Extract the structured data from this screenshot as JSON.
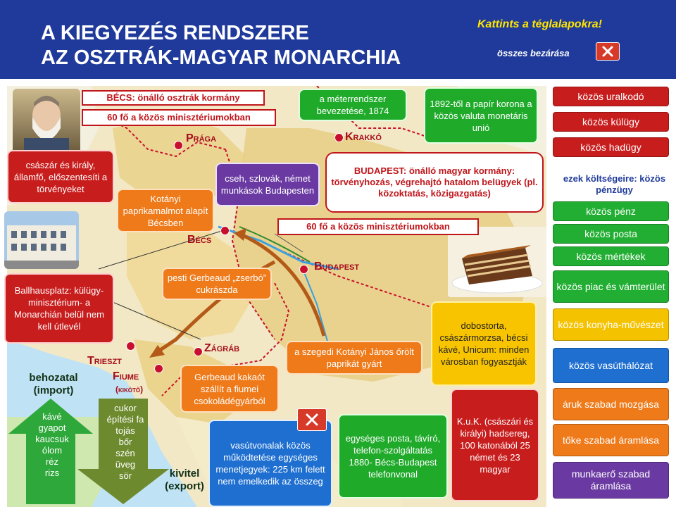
{
  "header": {
    "title_line1": "A KIEGYEZÉS RENDSZERE",
    "title_line2": "AZ OSZTRÁK-MAGYAR MONARCHIA",
    "hint": "Kattints a téglalapokra!",
    "close_all": "összes bezárása",
    "close_icon_char": "✕"
  },
  "cities": {
    "praga": "Prága",
    "krakko": "Krakkó",
    "becs": "Bécs",
    "budapest": "Budapest",
    "zagrab": "Zágráb",
    "trieszt": "Trieszt",
    "fiume": "Fiume",
    "kikoto": "(kikötő)"
  },
  "boxes": {
    "becs_kormany": "BÉCS: önálló osztrák kormány",
    "becs_60": "60 fő a közös minisztériumokban",
    "csaszar": "császár és király, államfő, előszentesíti a törvényeket",
    "meter": "a méterrendszer bevezetése, 1874",
    "korona": "1892-től a papír korona a közös valuta monetáris unió",
    "cseh": "cseh, szlovák, német munkások Budapesten",
    "budapest_kormany": "BUDAPEST: önálló magyar kormány: törvényhozás, végrehajtó hatalom belügyek (pl. közoktatás, közigazgatás)",
    "kotanyi_becs": "Kotányi paprikamalmot alapít Bécsben",
    "bp_60": "60 fő a közös minisztériumokban",
    "gerbeaud_pest": "pesti Gerbeaud „zserbó” cukrászda",
    "ballhaus": "Ballhausplatz: külügy-minisztérium- a Monarchián belül nem kell útlevél",
    "dobos": "dobostorta, császármorzsa, bécsi kávé, Unicum: minden városban fogyasztják",
    "kotanyi_szeged": "a szegedi Kotányi János őrölt paprikát gyárt",
    "gerbeaud_fiume": "Gerbeaud kakaót szállít a fiumei csokoládégyárból",
    "vasut": "vasútvonalak közös működtetése egységes menetjegyek: 225 km felett nem emelkedik az összeg",
    "posta": "egységes posta, távíró, telefon-szolgáltatás 1880- Bécs-Budapest telefonvonal",
    "kuk": "K.u.K. (császári és királyi) hadsereg, 100 katonából 25 német és 23 magyar"
  },
  "trade": {
    "import_label": "behozatal\n(import)",
    "export_label": "kivitel\n(export)",
    "import_items": "kávé\ngyapot\nkaucsuk\nólom\nréz\nrizs",
    "export_items": "cukor\népítési fa\ntojás\nbőr\nszén\nüveg\nsör"
  },
  "sidebar": {
    "costs_label": "ezek költségeire: közös pénzügy",
    "items": [
      {
        "label": "közös uralkodó",
        "color": "#c81d1d"
      },
      {
        "label": "közös külügy",
        "color": "#c81d1d"
      },
      {
        "label": "közös hadügy",
        "color": "#c81d1d"
      },
      {
        "label": "közös pénz",
        "color": "#22ae32"
      },
      {
        "label": "közös posta",
        "color": "#22ae32"
      },
      {
        "label": "közös mértékek",
        "color": "#22ae32"
      },
      {
        "label": "közös piac és vámterület",
        "color": "#22ae32"
      },
      {
        "label": "közös konyha-művészet",
        "color": "#f5c200"
      },
      {
        "label": "közös vasúthálózat",
        "color": "#1e6fd0"
      },
      {
        "label": "áruk szabad mozgása",
        "color": "#ee7a1a"
      },
      {
        "label": "tőke szabad áramlása",
        "color": "#ee7a1a"
      },
      {
        "label": "munkaerő szabad áramlása",
        "color": "#6a3aa2"
      }
    ]
  }
}
